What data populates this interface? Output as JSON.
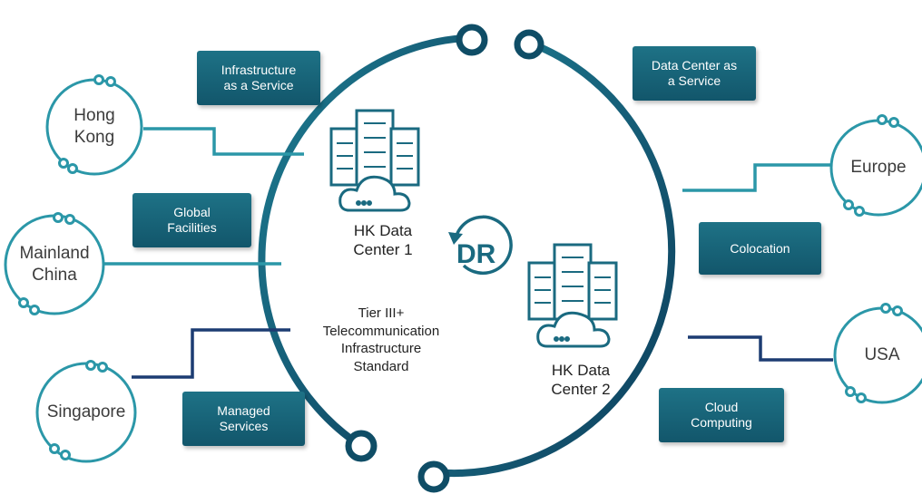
{
  "colors": {
    "teal": "#1a6a80",
    "ring": "#0f4d66",
    "box": "#1b6a80",
    "line": "#2b97a8",
    "navy": "#1c3c72"
  },
  "center": {
    "dr_label": "DR",
    "standard": "Tier III+\nTelecommunication\nInfrastructure\nStandard"
  },
  "data_centers": [
    {
      "label": "HK Data\nCenter 1",
      "icon": "server-cloud-icon"
    },
    {
      "label": "HK Data\nCenter 2",
      "icon": "server-cloud-icon"
    }
  ],
  "services": {
    "iaas": "Infrastructure\nas a Service",
    "dcaas": "Data Center as\na Service",
    "global": "Global\nFacilities",
    "colocation": "Colocation",
    "managed": "Managed\nServices",
    "cloud": "Cloud\nComputing"
  },
  "locations": {
    "hongkong": "Hong\nKong",
    "mainland": "Mainland\nChina",
    "singapore": "Singapore",
    "europe": "Europe",
    "usa": "USA"
  }
}
